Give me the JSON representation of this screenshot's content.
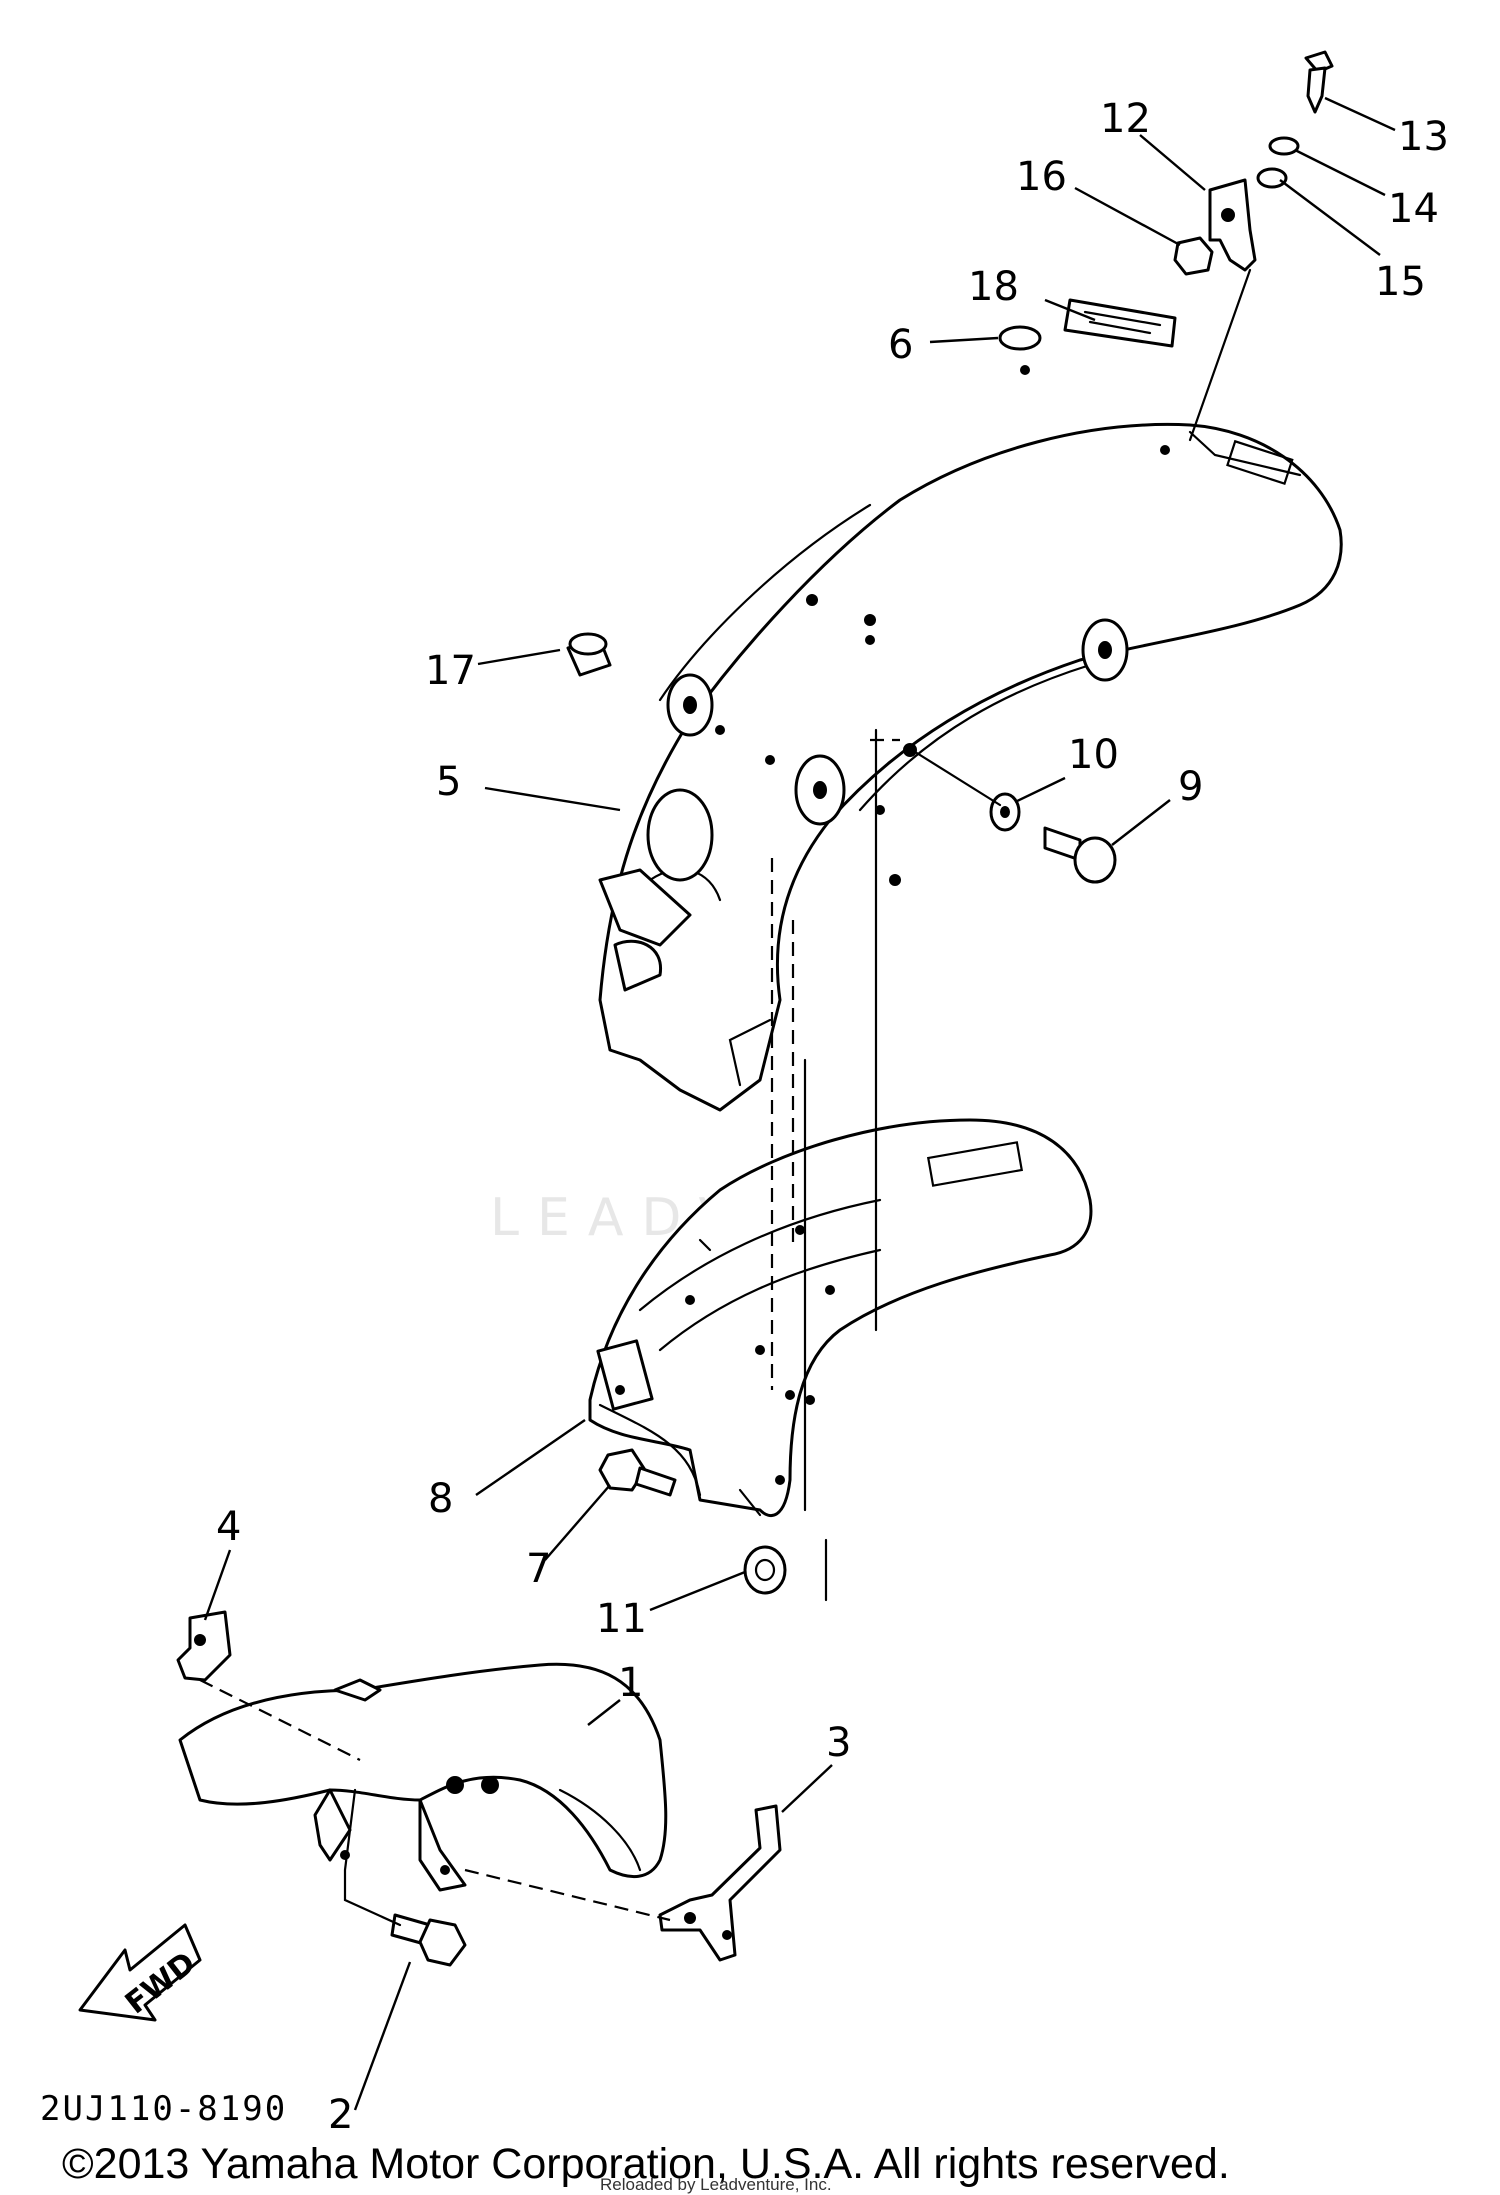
{
  "diagram": {
    "callouts": [
      {
        "id": "1",
        "label": "1"
      },
      {
        "id": "2",
        "label": "2"
      },
      {
        "id": "3",
        "label": "3"
      },
      {
        "id": "4",
        "label": "4"
      },
      {
        "id": "5",
        "label": "5"
      },
      {
        "id": "6",
        "label": "6"
      },
      {
        "id": "7",
        "label": "7"
      },
      {
        "id": "8",
        "label": "8"
      },
      {
        "id": "9",
        "label": "9"
      },
      {
        "id": "10",
        "label": "10"
      },
      {
        "id": "11",
        "label": "11"
      },
      {
        "id": "12",
        "label": "12"
      },
      {
        "id": "13",
        "label": "13"
      },
      {
        "id": "14",
        "label": "14"
      },
      {
        "id": "15",
        "label": "15"
      },
      {
        "id": "16",
        "label": "16"
      },
      {
        "id": "17",
        "label": "17"
      },
      {
        "id": "18",
        "label": "18"
      }
    ],
    "direction_marker": "FWD",
    "diagram_code": "2UJ110-8190",
    "watermark": "LEADVENTURE",
    "copyright": "©2013 Yamaha Motor Corporation, U.S.A. All rights reserved.",
    "credit": "Reloaded by Leadventure, Inc."
  }
}
